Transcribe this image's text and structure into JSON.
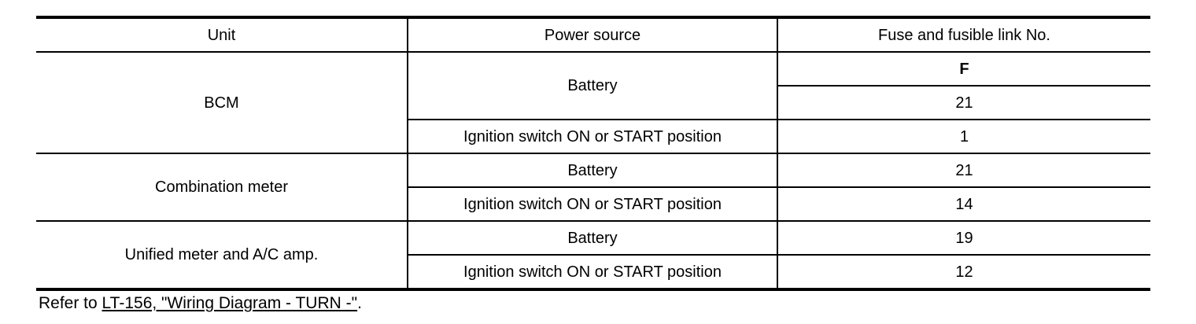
{
  "colors": {
    "text": "#000000",
    "line": "#000000",
    "background": "#ffffff"
  },
  "table": {
    "headers": [
      "Unit",
      "Power source",
      "Fuse and fusible link No."
    ],
    "groups": [
      {
        "unit": "BCM",
        "rows": [
          {
            "power_source": "Battery",
            "fuse": "F"
          },
          {
            "fuse": "21"
          },
          {
            "power_source": "Ignition switch ON or START position",
            "fuse": "1"
          }
        ]
      },
      {
        "unit": "Combination meter",
        "rows": [
          {
            "power_source": "Battery",
            "fuse": "21"
          },
          {
            "power_source": "Ignition switch ON or START position",
            "fuse": "14"
          }
        ]
      },
      {
        "unit": "Unified meter and A/C amp.",
        "rows": [
          {
            "power_source": "Battery",
            "fuse": "19"
          },
          {
            "power_source": "Ignition switch ON or START position",
            "fuse": "12"
          }
        ]
      }
    ]
  },
  "footer": {
    "prefix": "Refer to ",
    "link_text": "LT-156, \"Wiring Diagram - TURN -\"",
    "suffix": "."
  }
}
